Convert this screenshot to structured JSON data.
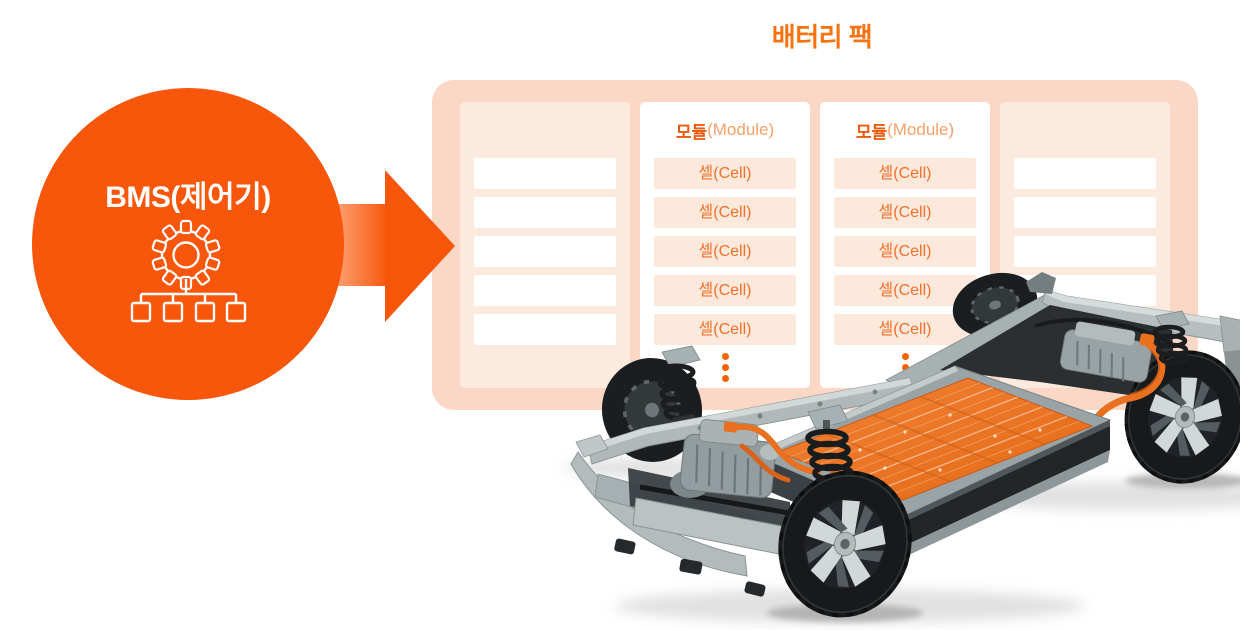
{
  "title": "배터리 팩",
  "bms": {
    "label": "BMS(제어기)",
    "icons": [
      "gear-icon",
      "controller-network-icon"
    ]
  },
  "pack": {
    "columns": [
      {
        "kind": "faded",
        "rows": 5
      },
      {
        "kind": "module",
        "title_bold": "모듈",
        "title_light": "(Module)",
        "cells": [
          "셀(Cell)",
          "셀(Cell)",
          "셀(Cell)",
          "셀(Cell)",
          "셀(Cell)"
        ],
        "ellipsis_dots": 3
      },
      {
        "kind": "module",
        "title_bold": "모듈",
        "title_light": "(Module)",
        "cells": [
          "셀(Cell)",
          "셀(Cell)",
          "셀(Cell)",
          "셀(Cell)",
          "셀(Cell)"
        ],
        "ellipsis_dots": 3
      },
      {
        "kind": "faded",
        "rows": 5
      }
    ]
  },
  "colors": {
    "brand_orange": "#F8560A",
    "title_orange": "#F8730F",
    "pack_fill": "#FBD7C5",
    "faded_module_fill": "#FDEADF",
    "cell_fill": "#FCE9DC",
    "cell_text": "#F3702A",
    "module_title": "#EE5A0C",
    "module_title_light": "#F7A068",
    "ellipsis_dot": "#F56300",
    "battery_floor_orange": "#E9741F",
    "chassis_gray": "#AEB6B7"
  }
}
